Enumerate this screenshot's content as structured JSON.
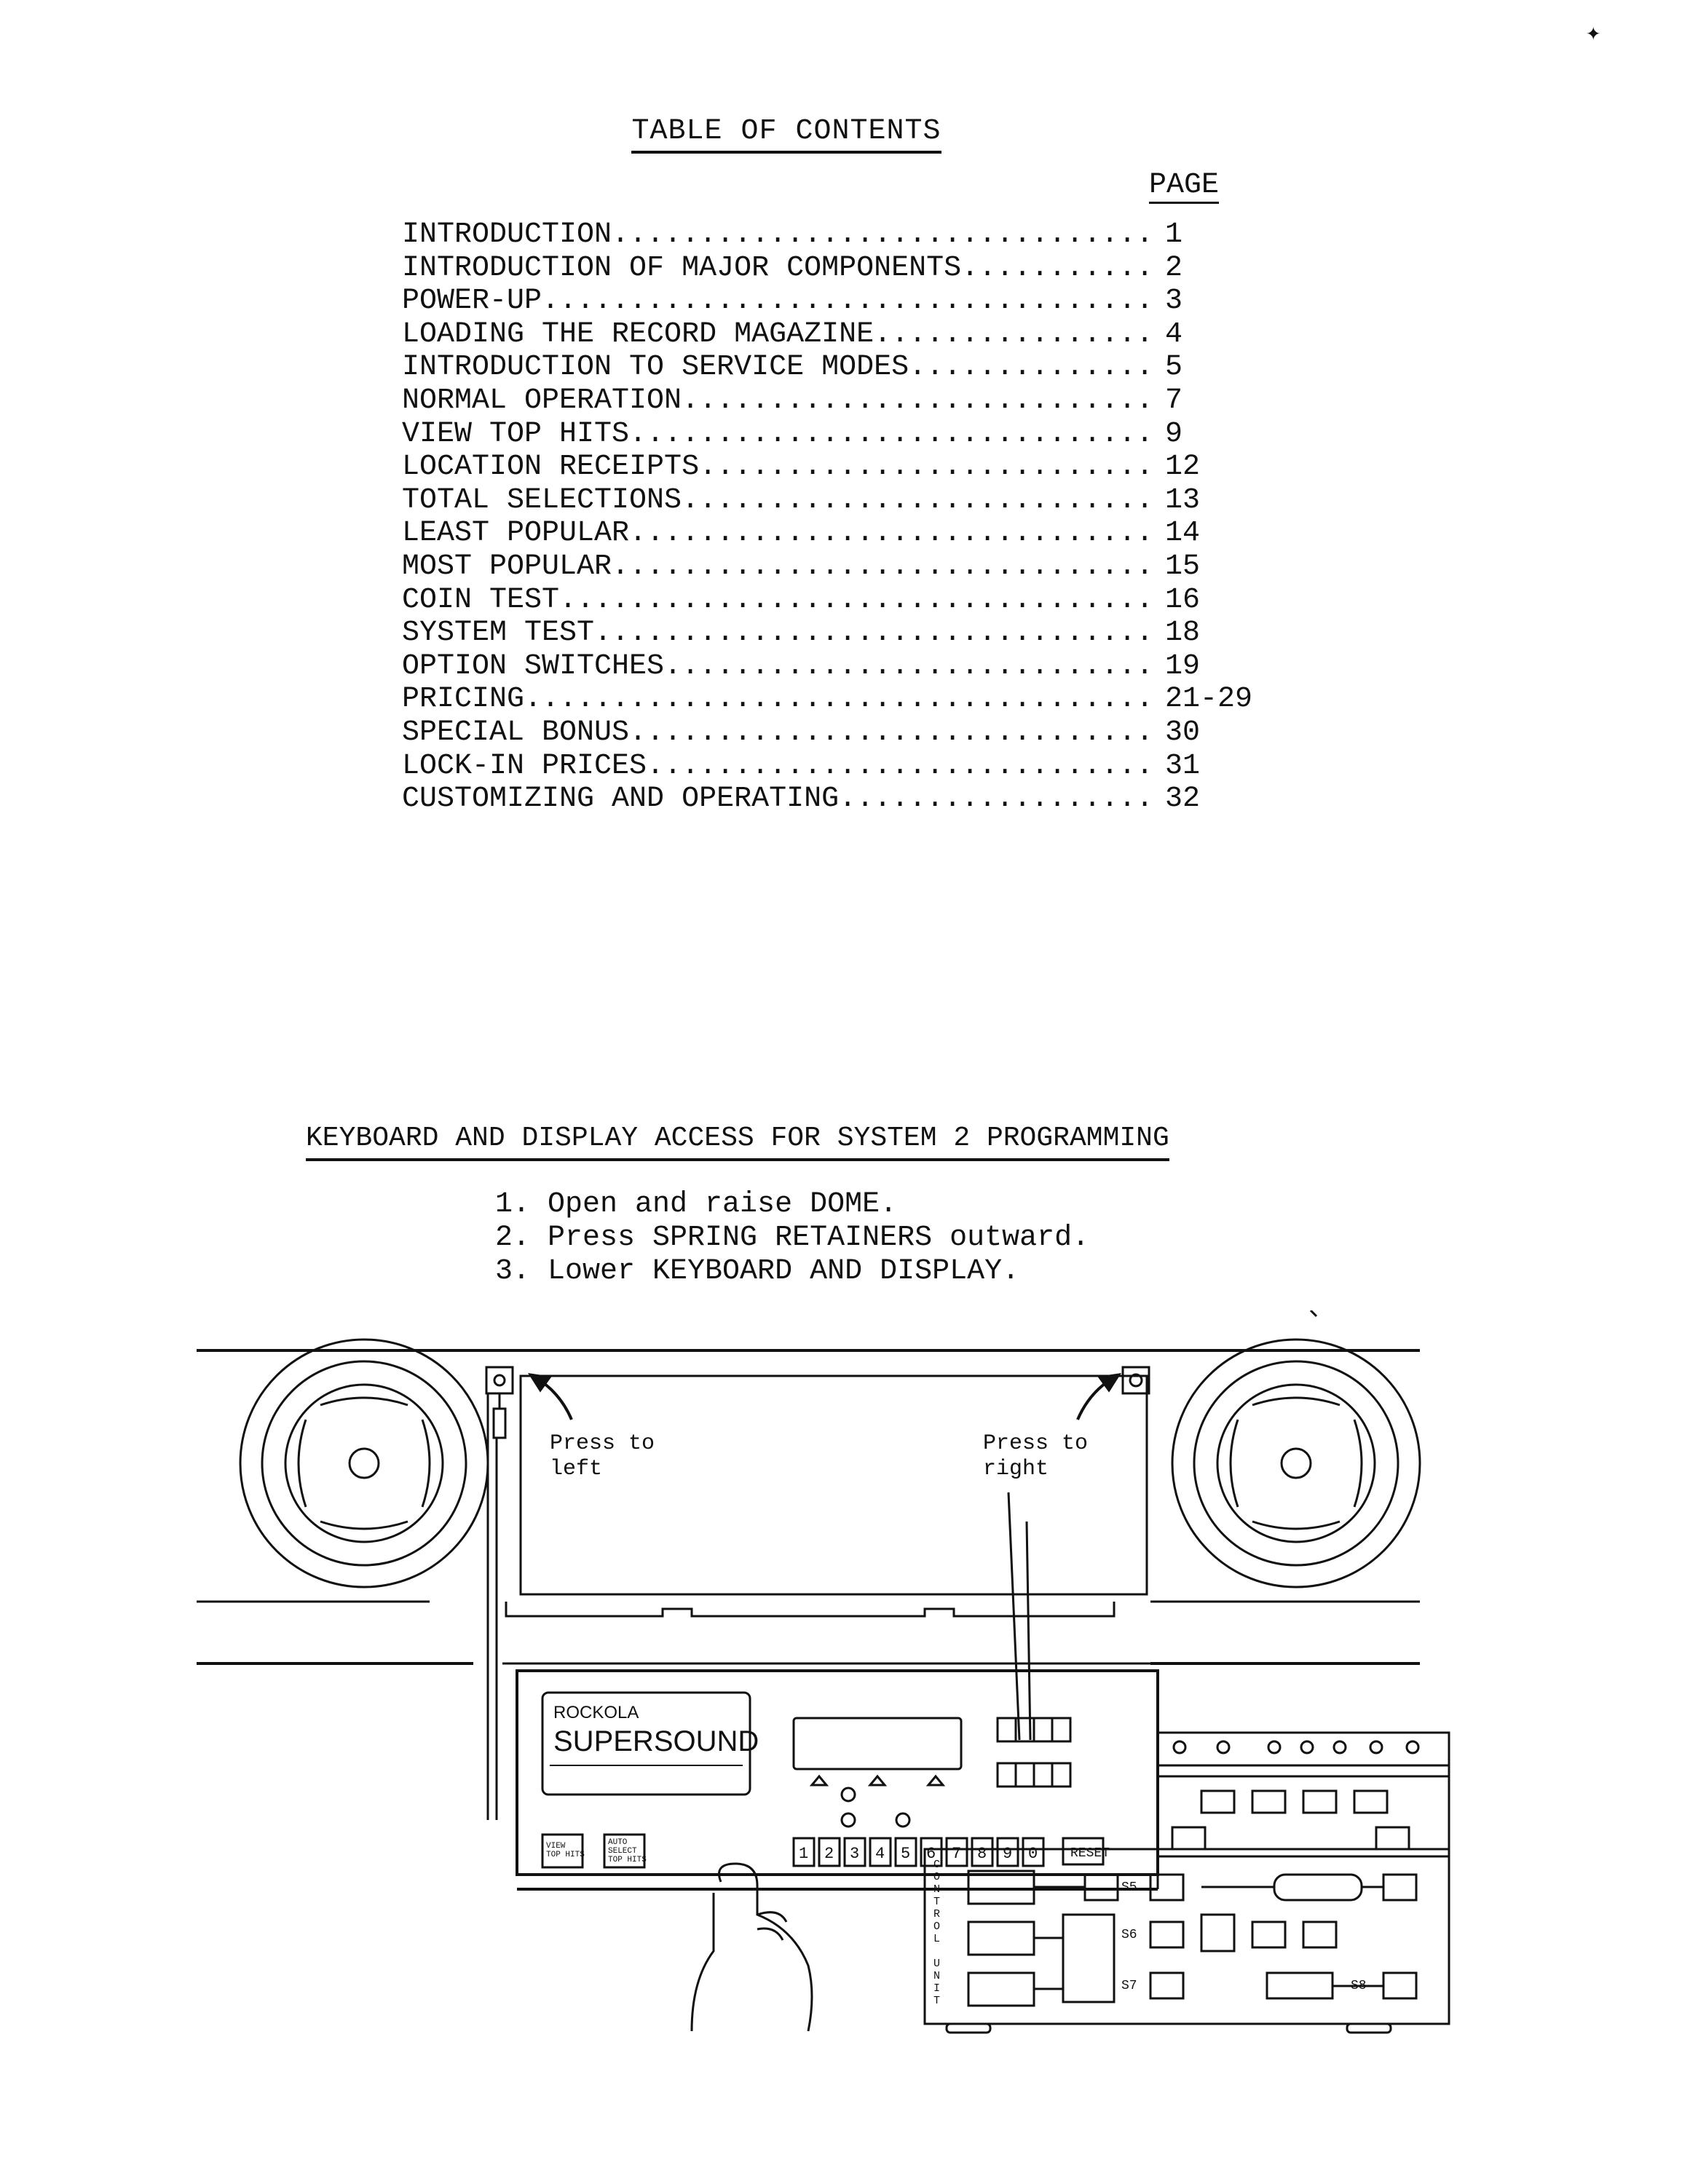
{
  "toc": {
    "title": "TABLE OF CONTENTS",
    "page_header": "PAGE",
    "entries": [
      {
        "label": "INTRODUCTION",
        "page": "1"
      },
      {
        "label": "INTRODUCTION OF MAJOR COMPONENTS",
        "page": "2"
      },
      {
        "label": "POWER-UP",
        "page": "3"
      },
      {
        "label": "LOADING THE RECORD MAGAZINE",
        "page": "4"
      },
      {
        "label": "INTRODUCTION TO SERVICE MODES",
        "page": "5"
      },
      {
        "label": "NORMAL OPERATION",
        "page": "7"
      },
      {
        "label": "VIEW TOP HITS",
        "page": "9"
      },
      {
        "label": "LOCATION RECEIPTS",
        "page": "12"
      },
      {
        "label": "TOTAL SELECTIONS",
        "page": "13"
      },
      {
        "label": "LEAST POPULAR",
        "page": "14"
      },
      {
        "label": "MOST POPULAR",
        "page": "15"
      },
      {
        "label": "COIN TEST",
        "page": "16"
      },
      {
        "label": "SYSTEM TEST",
        "page": "18"
      },
      {
        "label": "OPTION SWITCHES",
        "page": "19"
      },
      {
        "label": "PRICING",
        "page": "21-29"
      },
      {
        "label": "SPECIAL BONUS",
        "page": "30"
      },
      {
        "label": "LOCK-IN PRICES",
        "page": "31"
      },
      {
        "label": "CUSTOMIZING AND OPERATING",
        "page": "32"
      }
    ]
  },
  "access": {
    "title": "KEYBOARD AND DISPLAY ACCESS FOR SYSTEM 2 PROGRAMMING",
    "steps": [
      "1. Open and raise DOME.",
      "2. Press SPRING RETAINERS outward.",
      "3. Lower KEYBOARD AND DISPLAY."
    ]
  },
  "figure": {
    "press_left": [
      "Press to",
      "left"
    ],
    "press_right": [
      "Press to",
      "right"
    ],
    "brand_line1": "ROCKOLA",
    "brand_line2": "SUPERSOUND",
    "key_view_top_hits": [
      "VIEW",
      "TOP HITS"
    ],
    "key_auto_select": [
      "AUTO",
      "SELECT",
      "TOP HITS"
    ],
    "digit_keys": [
      "1",
      "2",
      "3",
      "4",
      "5",
      "6",
      "7",
      "8",
      "9",
      "0"
    ],
    "reset_key": "RESET",
    "control_unit_label": [
      "C",
      "O",
      "N",
      "T",
      "R",
      "O",
      "L",
      " ",
      "U",
      "N",
      "I",
      "T"
    ],
    "switch_labels": [
      "S5",
      "S6",
      "S7",
      "S8"
    ]
  }
}
